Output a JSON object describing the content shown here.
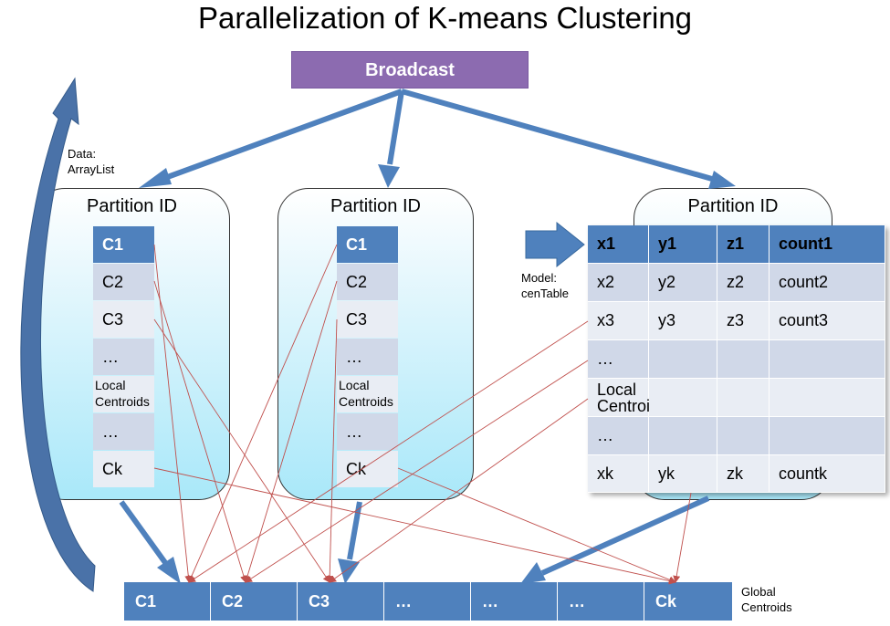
{
  "title": "Parallelization of  K-means Clustering",
  "broadcast_label": "Broadcast",
  "data_label_line1": "Data:",
  "data_label_line2": "ArrayList",
  "model_label_line1": "Model:",
  "model_label_line2": "cenTable",
  "global_label_line1": "Global",
  "global_label_line2": "Centroids",
  "partitions": [
    {
      "title": "Partition ID",
      "rows": [
        "C1",
        "C2",
        "C3",
        "…",
        "Local Centroids",
        "…",
        "Ck"
      ]
    },
    {
      "title": "Partition ID",
      "rows": [
        "C1",
        "C2",
        "C3",
        "…",
        "Local Centroids",
        "…",
        "Ck"
      ]
    },
    {
      "title": "Partition ID",
      "table": [
        [
          "x1",
          "y1",
          "z1",
          "count1"
        ],
        [
          "x2",
          "y2",
          "z2",
          "count2"
        ],
        [
          "x3",
          "y3",
          "z3",
          "count3"
        ],
        [
          "…",
          "",
          "",
          ""
        ],
        [
          "Local Centroids",
          "",
          "",
          ""
        ],
        [
          "…",
          "",
          "",
          ""
        ],
        [
          "xk",
          "yk",
          "zk",
          "countk"
        ]
      ]
    }
  ],
  "global_centroids": [
    "C1",
    "C2",
    "C3",
    "…",
    "…",
    "…",
    "Ck"
  ],
  "colors": {
    "broadcast": "#8c6bb0",
    "header_blue": "#4f81bd",
    "arrow_blue": "#4f81bd",
    "thin_red": "#c0504d"
  }
}
